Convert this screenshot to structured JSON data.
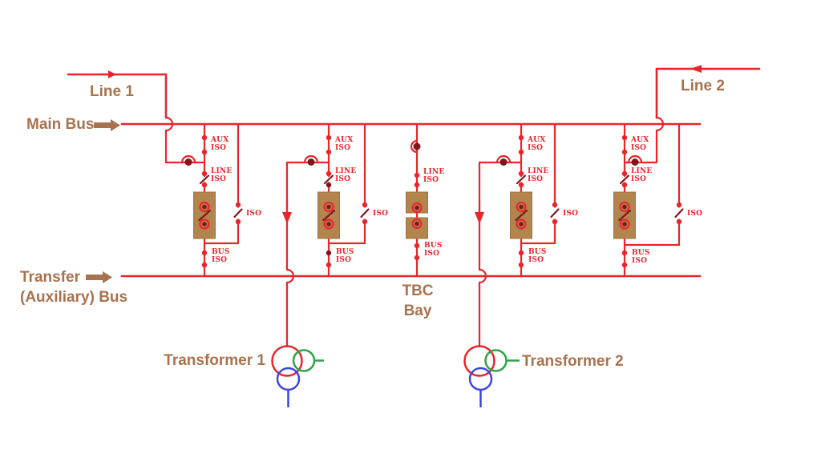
{
  "colors": {
    "red": "#e8252b",
    "dark_red": "#7c181c",
    "brown": "#a9724e",
    "breaker_fill": "#b3854e",
    "breaker_edge": "#a0743f",
    "green": "#2fa449",
    "blue": "#3d45dd"
  },
  "labels": {
    "line1": "Line 1",
    "line2": "Line 2",
    "main_bus": "Main Bus",
    "transfer_line1": "Transfer",
    "transfer_line2": "(Auxiliary) Bus",
    "tbc_line1": "TBC",
    "tbc_line2": "Bay",
    "transformer1": "Transformer 1",
    "transformer2": "Transformer 2"
  },
  "bays": [
    {
      "aux_iso": [
        "AUX",
        "ISO"
      ],
      "line_iso": [
        "LINE",
        "ISO"
      ],
      "bus_iso": [
        "BUS",
        "ISO"
      ],
      "bypass_iso": "ISO"
    },
    {
      "aux_iso": [
        "AUX",
        "ISO"
      ],
      "line_iso": [
        "LINE",
        "ISO"
      ],
      "bus_iso": [
        "BUS",
        "ISO"
      ],
      "bypass_iso": "ISO"
    },
    {
      "line_iso": [
        "LINE",
        "ISO"
      ],
      "bus_iso": [
        "BUS",
        "ISO"
      ]
    },
    {
      "aux_iso": [
        "AUX",
        "ISO"
      ],
      "line_iso": [
        "LINE",
        "ISO"
      ],
      "bus_iso": [
        "BUS",
        "ISO"
      ],
      "bypass_iso": "ISO"
    },
    {
      "aux_iso": [
        "AUX",
        "ISO"
      ],
      "line_iso": [
        "LINE",
        "ISO"
      ],
      "bus_iso": [
        "BUS",
        "ISO"
      ],
      "bypass_iso": "ISO"
    }
  ]
}
